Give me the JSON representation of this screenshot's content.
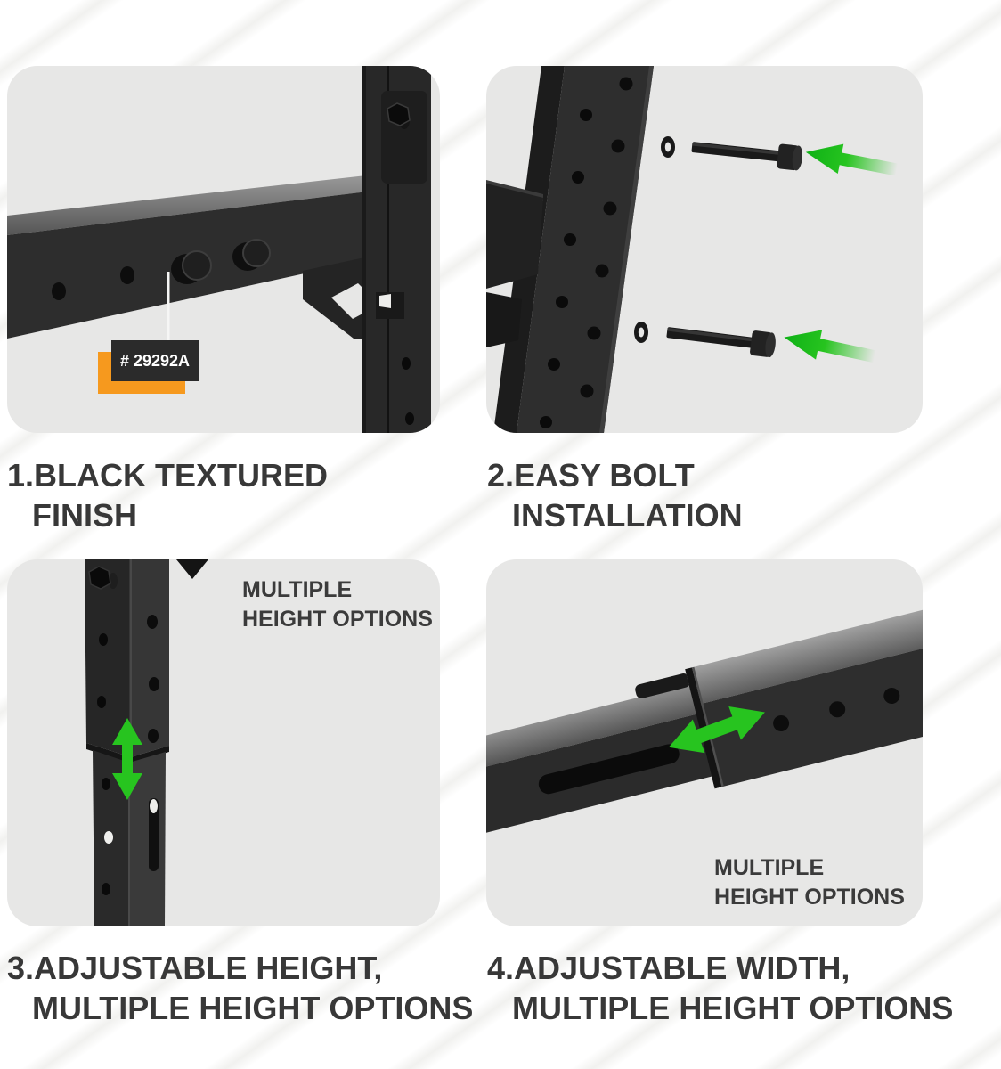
{
  "colors": {
    "page_bg": "#ffffff",
    "stripe": "#f1f1ef",
    "panel_bg": "#e7e7e6",
    "caption_text": "#383838",
    "overlay_text": "#3b3b3b",
    "green": "#27c41f",
    "green_dark": "#0fb117",
    "orange": "#f6991e",
    "tag_bg": "#2b2b2b",
    "tag_text": "#ffffff"
  },
  "panels": [
    {
      "caption_line1": "1.BLACK TEXTURED",
      "caption_line2": "FINISH",
      "part_tag": "# 29292A"
    },
    {
      "caption_line1": "2.EASY BOLT",
      "caption_line2": "INSTALLATION"
    },
    {
      "caption_line1": "3.ADJUSTABLE HEIGHT,",
      "caption_line2": "MULTIPLE HEIGHT OPTIONS",
      "overlay_line1": "MULTIPLE",
      "overlay_line2": "HEIGHT OPTIONS"
    },
    {
      "caption_line1": "4.ADJUSTABLE WIDTH,",
      "caption_line2": "MULTIPLE HEIGHT OPTIONS",
      "overlay_line1": "MULTIPLE",
      "overlay_line2": "HEIGHT OPTIONS"
    }
  ]
}
